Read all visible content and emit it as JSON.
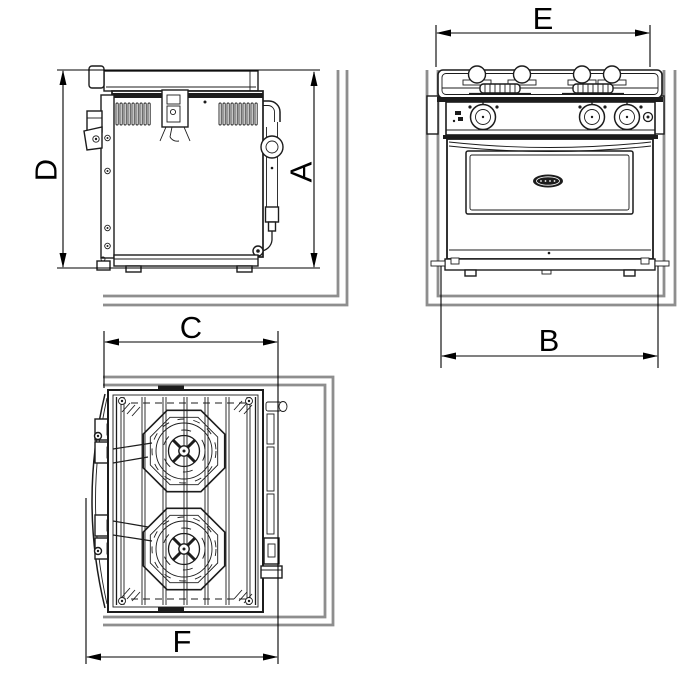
{
  "colors": {
    "background": "#ffffff",
    "line": "#1c1c1c",
    "dimension": "#000000",
    "counter": "#8e8e8e"
  },
  "labels": {
    "side_view": {
      "left": "D",
      "right": "A"
    },
    "front_view": {
      "top": "E",
      "bottom": "B"
    },
    "top_view": {
      "top": "C",
      "bottom": "F"
    }
  }
}
